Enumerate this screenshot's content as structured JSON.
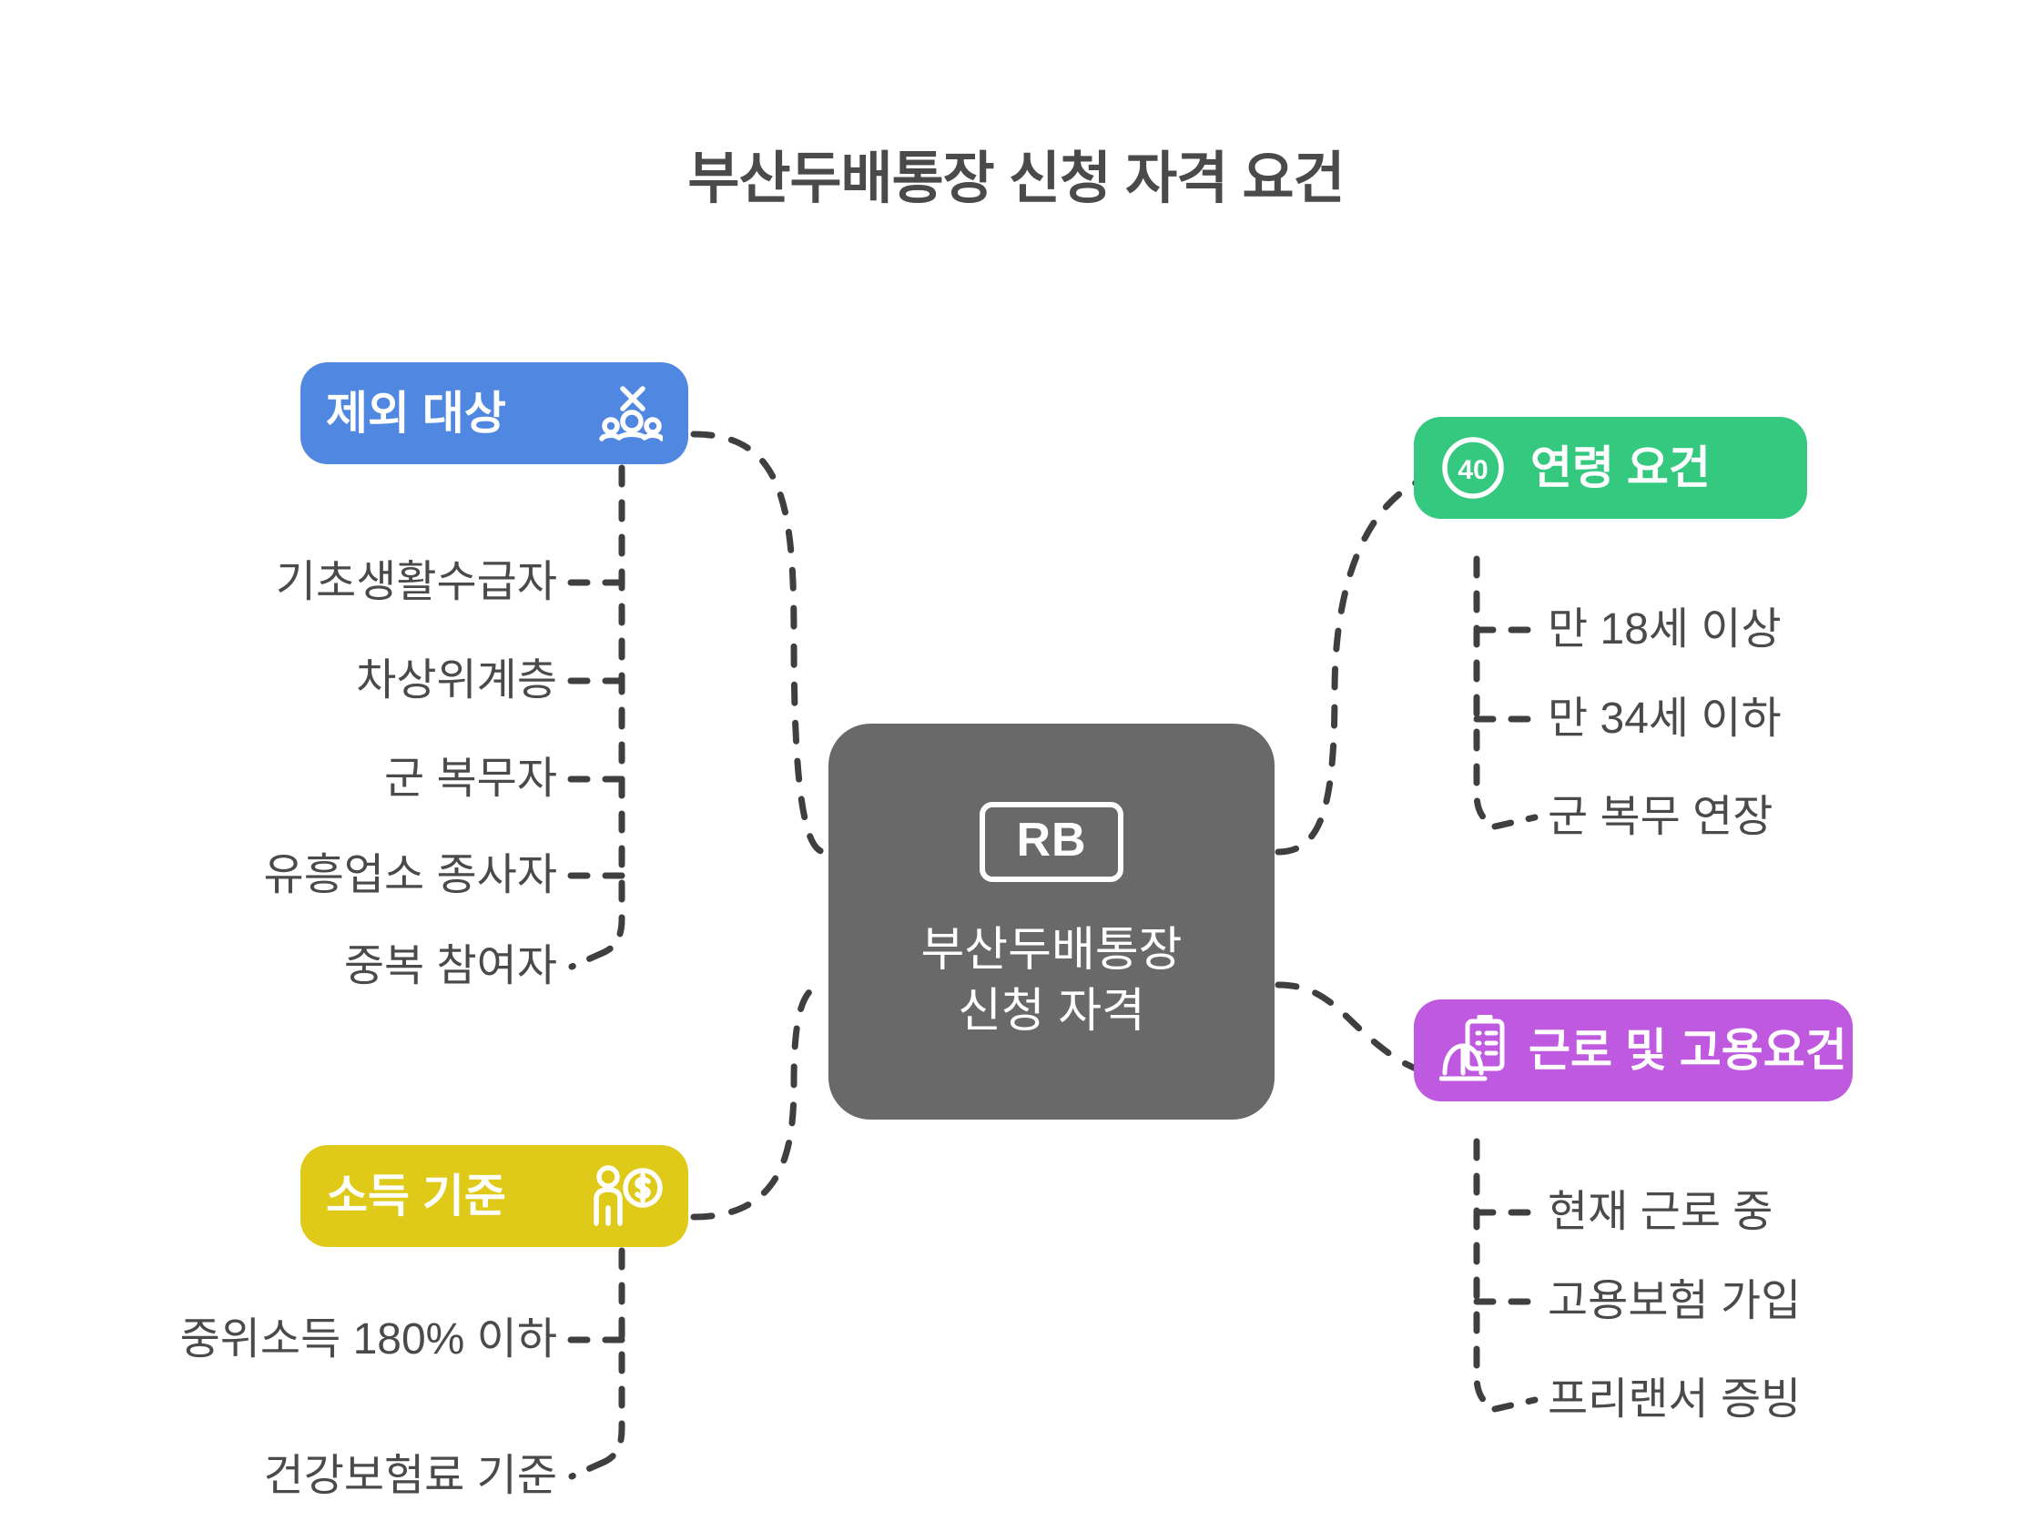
{
  "page": {
    "title": "부산두배통장 신청 자격 요건",
    "background_color": "#ffffff",
    "text_color": "#4a4a4a"
  },
  "central": {
    "badge": "RB",
    "label": "부산두배통장\n신청 자격",
    "color": "#696969"
  },
  "branches": [
    {
      "id": "exclusion",
      "label": "제외 대상",
      "color": "#5087e0",
      "icon": "people-x-icon",
      "side": "left",
      "children": [
        "기초생활수급자",
        "차상위계층",
        "군 복무자",
        "유흥업소 종사자",
        "중복 참여자"
      ]
    },
    {
      "id": "income",
      "label": "소득 기준",
      "color": "#dfc919",
      "icon": "person-dollar-icon",
      "side": "left",
      "children": [
        "중위소득 180% 이하",
        "건강보험료 기준"
      ]
    },
    {
      "id": "age",
      "label": "연령 요건",
      "color": "#35c87f",
      "icon": "age-40-circle-icon",
      "side": "right",
      "children": [
        "만 18세 이상",
        "만 34세 이하",
        "군 복무 연장"
      ]
    },
    {
      "id": "employment",
      "label": "근로 및 고용요건",
      "color": "#bf5ae0",
      "icon": "hardhat-clipboard-icon",
      "side": "right",
      "children": [
        "현재 근로 중",
        "고용보험 가입",
        "프리랜서 증빙"
      ]
    }
  ]
}
